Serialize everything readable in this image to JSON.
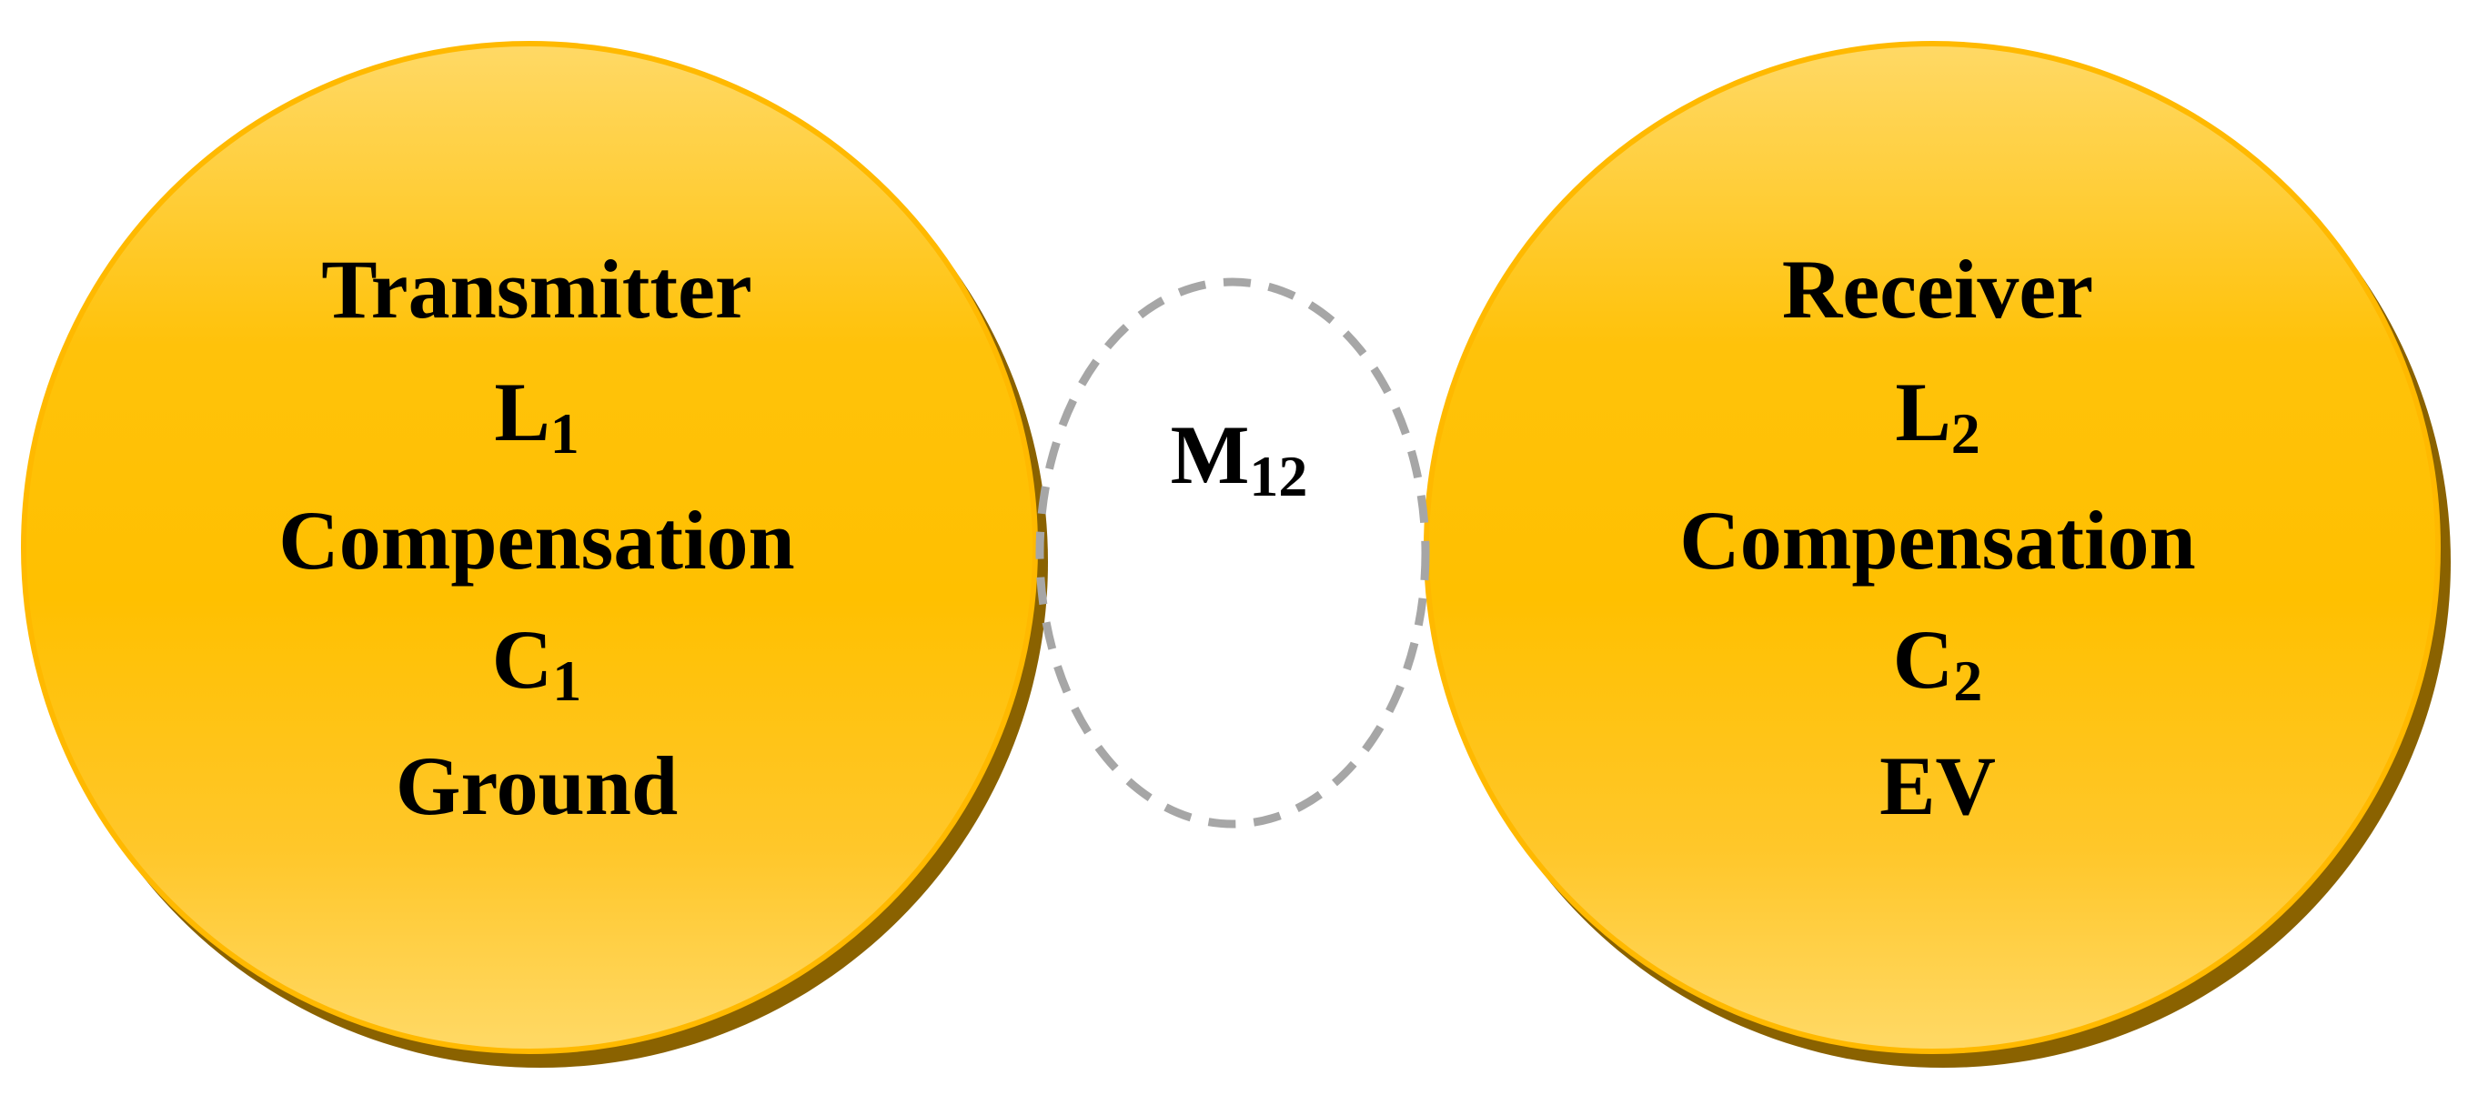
{
  "colors": {
    "circle_fill_light": "#FFD966",
    "circle_fill_mid": "#FFC000",
    "circle_edge": "#FFB900",
    "circle_shadow": "#8A6200",
    "coupling_dash": "#A6A6A6",
    "text": "#000000"
  },
  "transmitter": {
    "title": "Transmitter",
    "inductor_main": "L",
    "inductor_sub": "1",
    "compensation": "Compensation",
    "capacitor_main": "C",
    "capacitor_sub": "1",
    "location": "Ground"
  },
  "coupling": {
    "main": "M",
    "sub": "12"
  },
  "receiver": {
    "title": "Receiver",
    "inductor_main": "L",
    "inductor_sub": "2",
    "compensation": "Compensation",
    "capacitor_main": "C",
    "capacitor_sub": "2",
    "location": "EV"
  }
}
